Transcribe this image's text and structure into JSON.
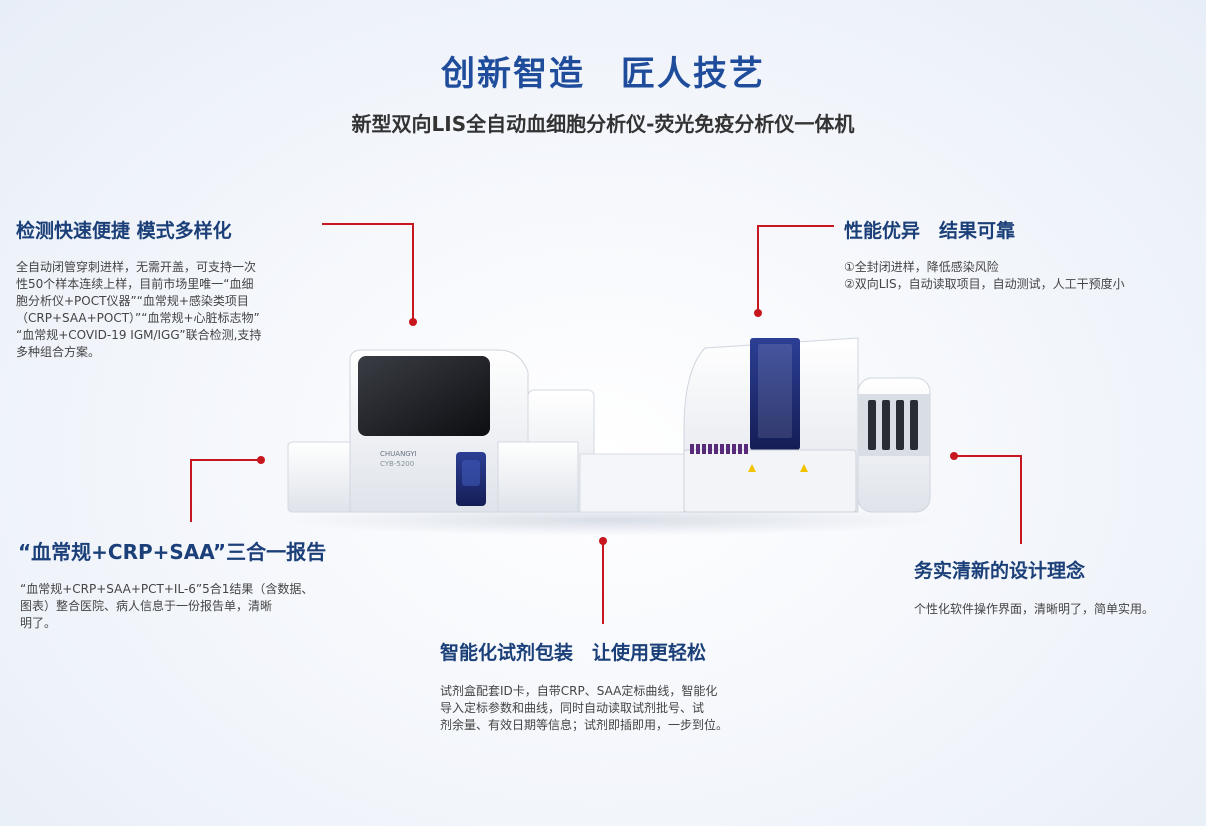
{
  "header": {
    "title": "创新智造　匠人技艺",
    "subtitle": "新型双向LIS全自动血细胞分析仪-荧光免疫分析仪一体机"
  },
  "features": {
    "speed": {
      "title": "检测快速便捷 模式多样化",
      "lines": [
        "全自动闭管穿刺进样，无需开盖，可支持一次",
        "性50个样本连续上样，目前市场里唯一“血细",
        "胞分析仪+POCT仪器”“血常规+感染类项目",
        "（CRP+SAA+POCT）”“血常规+心脏标志物”",
        "“血常规+COVID-19 IGM/IGG”联合检测,支持",
        "多种组合方案。"
      ]
    },
    "performance": {
      "title": "性能优异　结果可靠",
      "lines": [
        "①全封闭进样，降低感染风险",
        "②双向LIS，自动读取项目，自动测试，人工干预度小"
      ]
    },
    "report": {
      "title": "“血常规+CRP+SAA”三合一报告",
      "lines": [
        "“血常规+CRP+SAA+PCT+IL-6”5合1结果（含数据、",
        "图表）整合医院、病人信息于一份报告单，清晰",
        "明了。"
      ]
    },
    "reagent": {
      "title": "智能化试剂包装　让使用更轻松",
      "lines": [
        "试剂盒配套ID卡，自带CRP、SAA定标曲线，智能化",
        "导入定标参数和曲线，同时自动读取试剂批号、试",
        "剂余量、有效日期等信息；试剂即插即用，一步到位。"
      ]
    },
    "design": {
      "title": "务实清新的设计理念",
      "lines": [
        "个性化软件操作界面，清晰明了，简单实用。"
      ]
    }
  },
  "device": {
    "brand": "CHUANGYI",
    "model": "CYB-5200"
  },
  "colors": {
    "title": "#1f4d9c",
    "heading": "#1b3f78",
    "callout": "#c8161e",
    "device_accent": "#1e2f7a"
  }
}
